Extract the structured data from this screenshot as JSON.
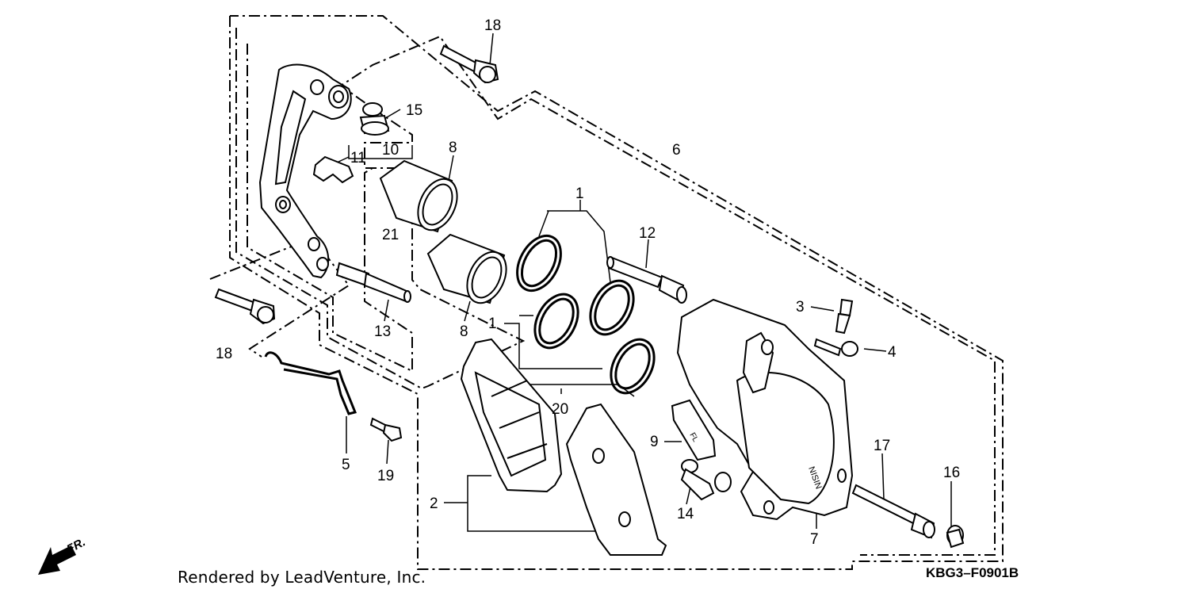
{
  "diagram_id": "KBG3–F0901B",
  "credit": "Rendered by LeadVenture, Inc.",
  "direction_label": "FR.",
  "callouts": [
    {
      "text": "18"
    },
    {
      "text": "15"
    },
    {
      "text": "10"
    },
    {
      "text": "11"
    },
    {
      "text": "8"
    },
    {
      "text": "6"
    },
    {
      "text": "1"
    },
    {
      "text": "21"
    },
    {
      "text": "12"
    },
    {
      "text": "3"
    },
    {
      "text": "8"
    },
    {
      "text": "1"
    },
    {
      "text": "13"
    },
    {
      "text": "4"
    },
    {
      "text": "18"
    },
    {
      "text": "20"
    },
    {
      "text": "9"
    },
    {
      "text": "17"
    },
    {
      "text": "5"
    },
    {
      "text": "19"
    },
    {
      "text": "16"
    },
    {
      "text": "14"
    },
    {
      "text": "2"
    },
    {
      "text": "7"
    }
  ]
}
